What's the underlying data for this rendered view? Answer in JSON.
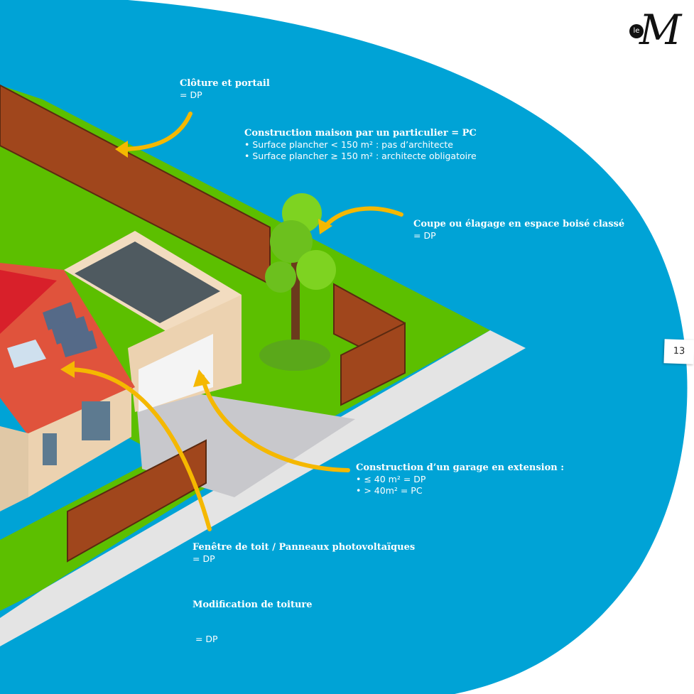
{
  "logo": {
    "small": "le",
    "big": "M"
  },
  "page_number": "13",
  "labels": [
    {
      "title": "Clôture et portail",
      "lines": [
        "= DP"
      ]
    },
    {
      "title": "Construction maison par un particulier = PC",
      "lines": [
        "• Surface plancher < 150 m² : pas d’architecte",
        "• Surface plancher ≥ 150 m² : architecte obligatoire"
      ]
    },
    {
      "title": "Coupe ou élagage en espace boisé classé",
      "lines": [
        "= DP"
      ]
    },
    {
      "title": "Construction d’un garage en extension :",
      "lines": [
        "• ≤ 40 m² = DP",
        "• > 40m² = PC"
      ]
    },
    {
      "title": "Fenêtre de toit / Panneaux photovoltaïques",
      "lines": [
        "= DP"
      ]
    },
    {
      "title": "Modification de toiture",
      "lines": [
        " = DP"
      ]
    }
  ],
  "colors": {
    "blue": "#00a3d6",
    "grass": "#5cbf00",
    "arrow": "#f5b800",
    "roof": "#e0533c",
    "fence": "#a0461c"
  }
}
